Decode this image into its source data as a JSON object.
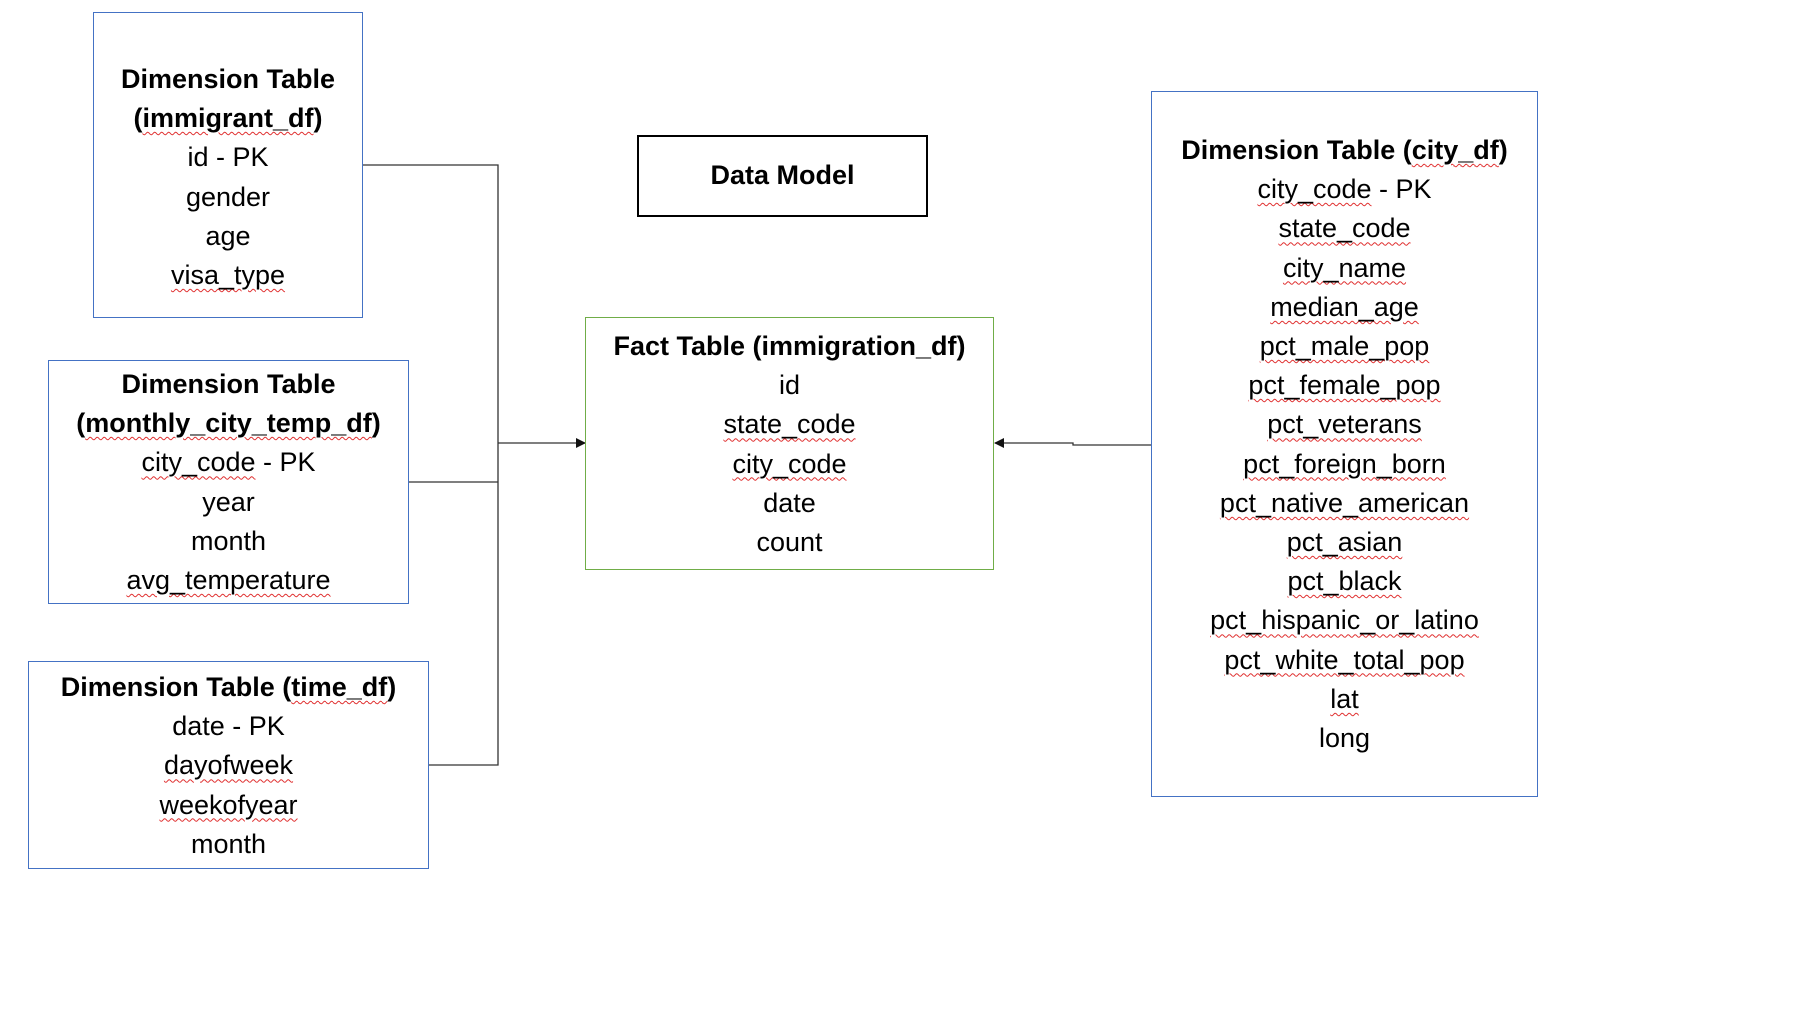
{
  "title": "Data Model",
  "tables": {
    "immigrant": {
      "header": [
        "Dimension Table",
        "(immigrant_df)"
      ],
      "fields": [
        "id - PK",
        "gender",
        "age",
        "visa_type"
      ]
    },
    "monthly_city_temp": {
      "header": [
        "Dimension Table",
        "(monthly_city_temp_df)"
      ],
      "fields": [
        "city_code - PK",
        "year",
        "month",
        "avg_temperature"
      ]
    },
    "time": {
      "header": [
        "Dimension Table (time_df)"
      ],
      "fields": [
        "date - PK",
        "dayofweek",
        "weekofyear",
        "month"
      ]
    },
    "fact": {
      "header": [
        "Fact Table (immigration_df)"
      ],
      "fields": [
        "id",
        "state_code",
        "city_code",
        "date",
        "count"
      ]
    },
    "city": {
      "header": [
        "Dimension Table (city_df)"
      ],
      "fields": [
        "city_code - PK",
        "state_code",
        "city_name",
        "median_age",
        "pct_male_pop",
        "pct_female_pop",
        "pct_veterans",
        "pct_foreign_born",
        "pct_native_american",
        "pct_asian",
        "pct_black",
        "pct_hispanic_or_latino",
        "pct_white_total_pop",
        "lat",
        "long"
      ]
    }
  },
  "colors": {
    "dimension_border": "#4472c4",
    "fact_border": "#70ad47",
    "title_border": "#000000",
    "connector": "#333333",
    "spellcheck_underline": "#e03030"
  }
}
